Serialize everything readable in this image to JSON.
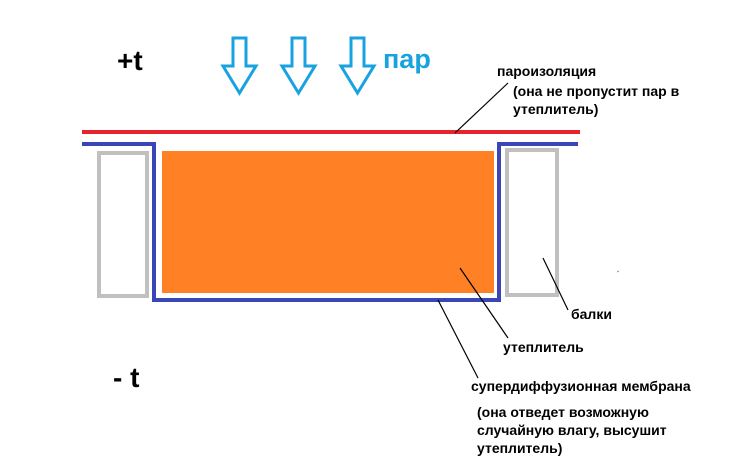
{
  "labels": {
    "temp_plus": "+t",
    "temp_minus": "- t",
    "vapor": "пар",
    "vapor_barrier_title": "пароизоляция",
    "vapor_barrier_note": "(она не пропустит пар в\nутеплитель)",
    "beams": "балки",
    "insulation": "утеплитель",
    "membrane_title": "супердиффузионная мембрана",
    "membrane_note": "(она отведет возможную\nслучайную влагу, высушит\nутеплитель)"
  },
  "colors": {
    "vapor_barrier": "#e8232b",
    "membrane": "#3a45b8",
    "insulation": "#ff8025",
    "beam": "#c0c0c0",
    "arrow": "#19a2e0",
    "leader": "#000000"
  }
}
